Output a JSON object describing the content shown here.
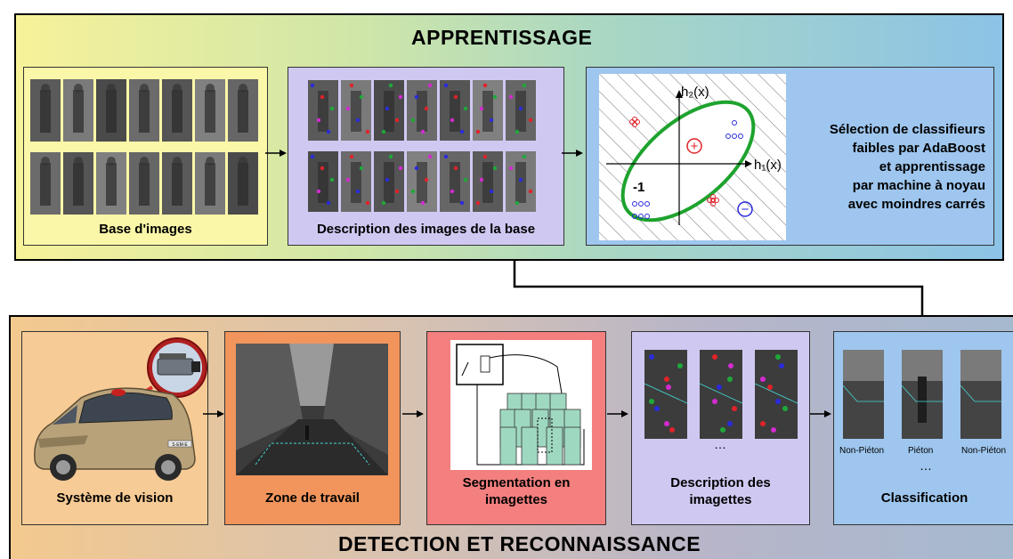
{
  "learning": {
    "title": "APPRENTISSAGE",
    "panels": {
      "image_base": "Base d'images",
      "image_description": "Description des images de la base",
      "selection_lines": [
        "Sélection de classifieurs",
        "faibles par AdaBoost",
        "et apprentissage",
        "par machine à noyau",
        "avec moindres carrés"
      ]
    },
    "plot": {
      "y_axis": "h₂(x)",
      "x_axis": "h₁(x)",
      "minus_one": "-1",
      "plus": "+",
      "minus": "−"
    }
  },
  "detection": {
    "title": "DETECTION ET RECONNAISSANCE",
    "panels": {
      "vision": "Système de vision",
      "work_zone": "Zone de travail",
      "segmentation": [
        "Segmentation en",
        "imagettes"
      ],
      "description": [
        "Description des",
        "imagettes"
      ],
      "classification": "Classification"
    },
    "ellipsis": "…",
    "class_labels": [
      "Non-Piéton",
      "Piéton",
      "Non-Piéton"
    ],
    "plate": "S·EM·E"
  },
  "colors": {
    "learn_bg_start": "#f7f29a",
    "learn_bg_end": "#8cc3e6",
    "panel_yellow": "#fbf7a8",
    "panel_lavender": "#cfc9f2",
    "panel_blue": "#9ec6ee",
    "panel_peach": "#f7cb95",
    "panel_orange": "#f1955c",
    "panel_red": "#f37f7f",
    "dot_blue": "#2a2bdc",
    "dot_red": "#e0222a",
    "dot_green": "#1fa83a",
    "dot_magenta": "#d32bd0",
    "ellipse_green": "#1ea32e",
    "cyan_line": "#43d6d2"
  }
}
